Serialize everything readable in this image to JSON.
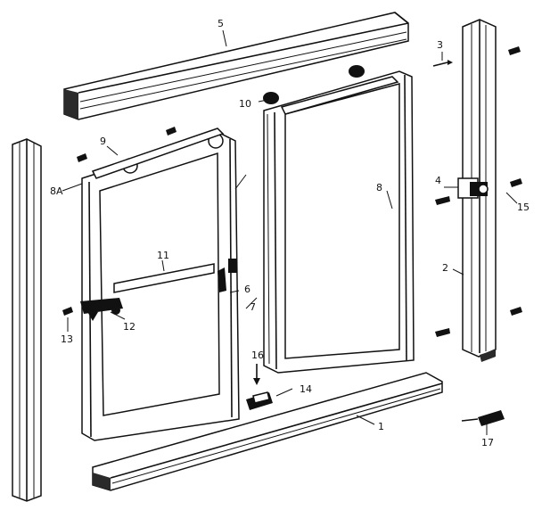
{
  "diagram": {
    "callouts": {
      "c1": "1",
      "c2": "2",
      "c3": "3",
      "c4": "4",
      "c5": "5",
      "c6": "6",
      "c7": "7",
      "c8": "8",
      "c8a": "8A",
      "c9": "9",
      "c10": "10",
      "c11": "11",
      "c12": "12",
      "c13": "13",
      "c14": "14",
      "c15": "15",
      "c16": "16",
      "c17": "17"
    }
  }
}
